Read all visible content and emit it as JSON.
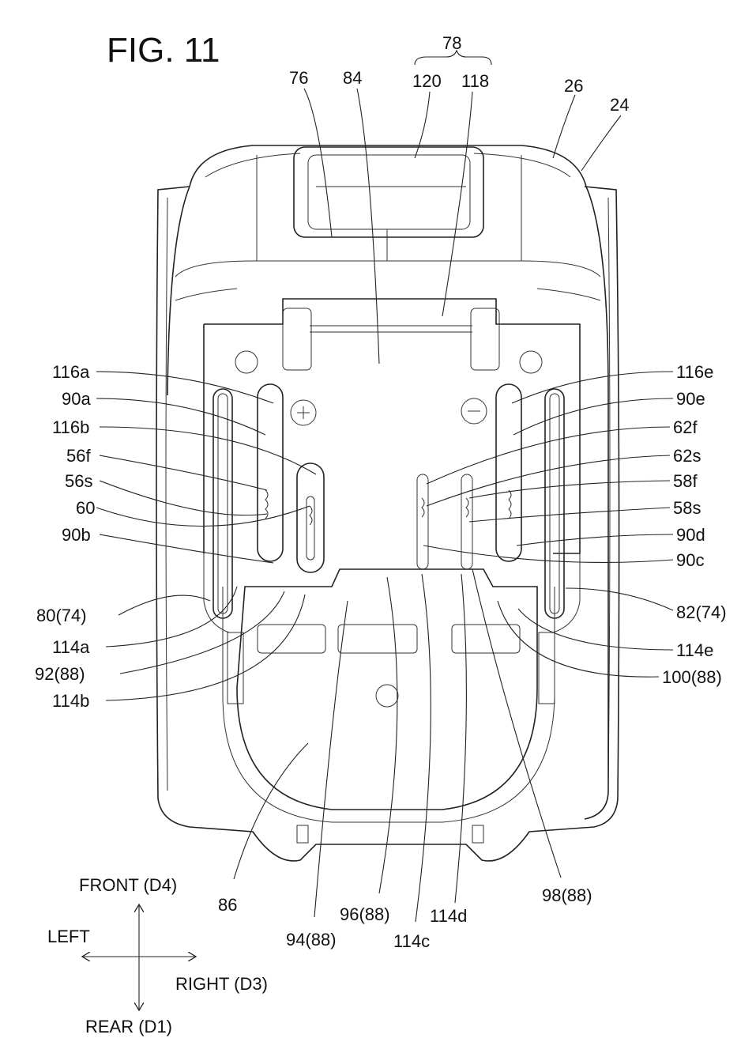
{
  "title": "FIG. 11",
  "labels": {
    "l78": "78",
    "l76": "76",
    "l84": "84",
    "l120": "120",
    "l118": "118",
    "l26": "26",
    "l24": "24",
    "l116a": "116a",
    "l90a": "90a",
    "l116b": "116b",
    "l56f": "56f",
    "l56s": "56s",
    "l60": "60",
    "l90b": "90b",
    "l80_74": "80(74)",
    "l114a": "114a",
    "l92_88": "92(88)",
    "l114b": "114b",
    "l116e": "116e",
    "l90e": "90e",
    "l62f": "62f",
    "l62s": "62s",
    "l58f": "58f",
    "l58s": "58s",
    "l90d": "90d",
    "l90c": "90c",
    "l82_74": "82(74)",
    "l114e": "114e",
    "l100_88": "100(88)",
    "l86": "86",
    "l94_88": "94(88)",
    "l96_88": "96(88)",
    "l114c": "114c",
    "l114d": "114d",
    "l98_88": "98(88)"
  },
  "directions": {
    "front": "FRONT (D4)",
    "left": "LEFT",
    "right": "RIGHT (D3)",
    "rear": "REAR (D1)"
  }
}
